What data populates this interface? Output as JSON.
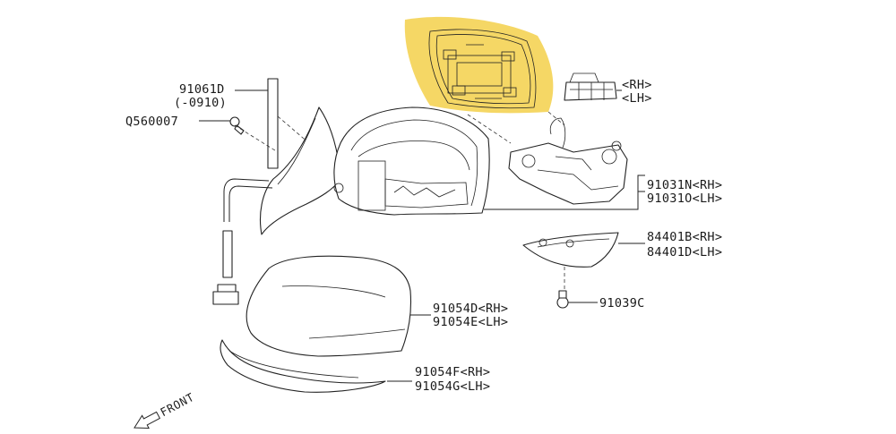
{
  "callouts": [
    {
      "id": "mirror-glass-rh",
      "lines": [
        "<RH>",
        "<LH>"
      ]
    },
    {
      "id": "clip-91061d",
      "lines": [
        "91061D",
        "(-0910)"
      ]
    },
    {
      "id": "bolt-q560007",
      "lines": [
        "Q560007"
      ]
    },
    {
      "id": "actuator-91031",
      "lines": [
        "91031N<RH>",
        "91031O<LH>"
      ]
    },
    {
      "id": "lamp-84401",
      "lines": [
        "84401B<RH>",
        "84401D<LH>"
      ]
    },
    {
      "id": "screw-91039c",
      "lines": [
        "91039C"
      ]
    },
    {
      "id": "cover-91054-de",
      "lines": [
        "91054D<RH>",
        "91054E<LH>"
      ]
    },
    {
      "id": "garnish-91054-fg",
      "lines": [
        "91054F<RH>",
        "91054G<LH>"
      ]
    }
  ],
  "front_indicator": "FRONT",
  "highlight_color": "#f3d04a",
  "line_color": "#222222"
}
